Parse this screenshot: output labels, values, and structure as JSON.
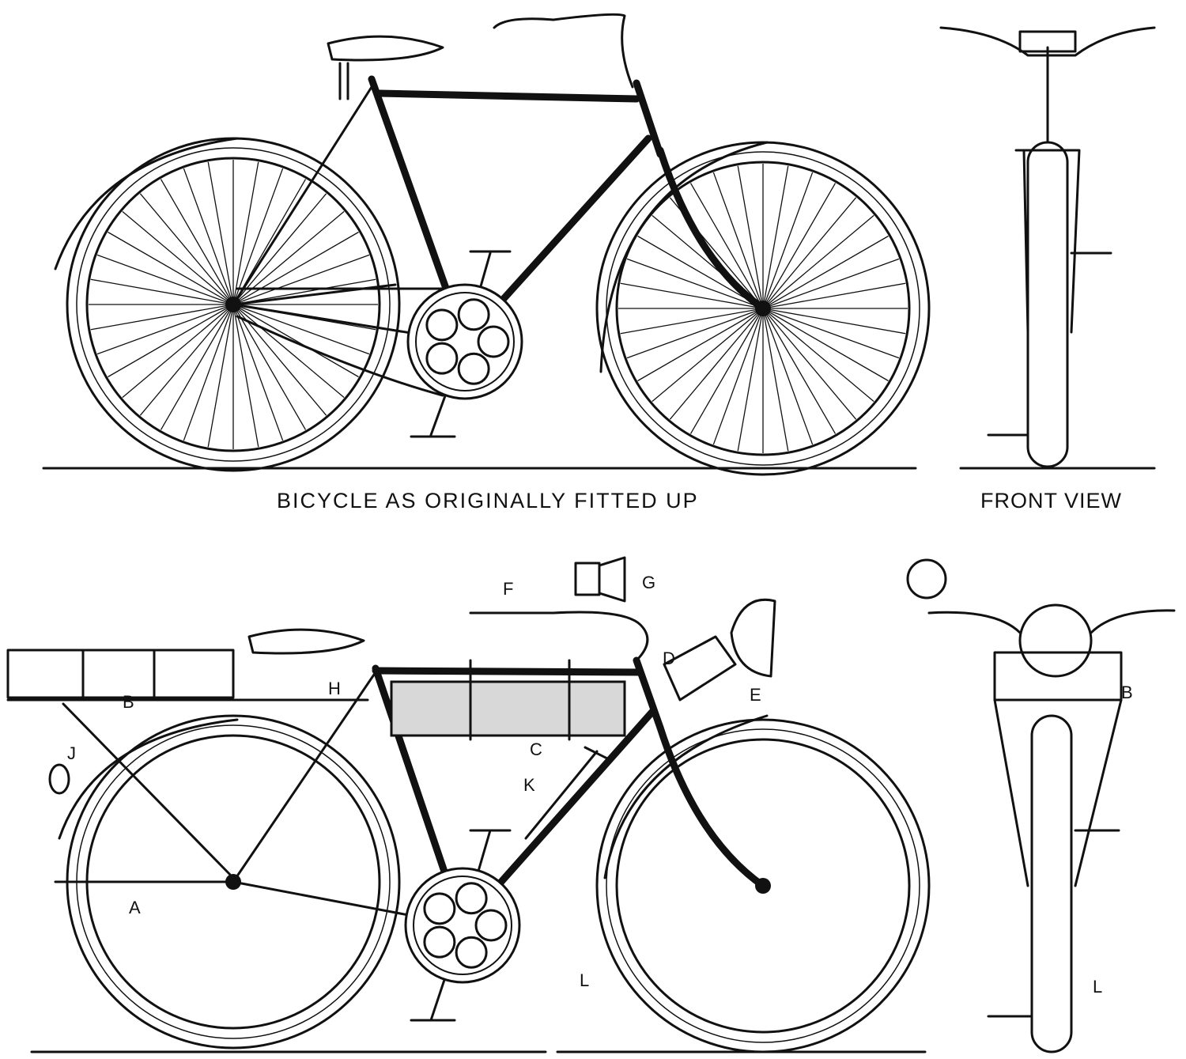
{
  "captions": {
    "side_original": "BICYCLE AS ORIGINALLY FITTED UP",
    "front_view": "FRONT VIEW"
  },
  "labels": {
    "A": "A",
    "B": "B",
    "C": "C",
    "D": "D",
    "E": "E",
    "F": "F",
    "G": "G",
    "H": "H",
    "J": "J",
    "K": "K",
    "L": "L",
    "front_B": "B",
    "front_L": "L"
  },
  "colors": {
    "ink": "#111111",
    "paper": "#ffffff",
    "box_fill": "#d8d8d8"
  }
}
